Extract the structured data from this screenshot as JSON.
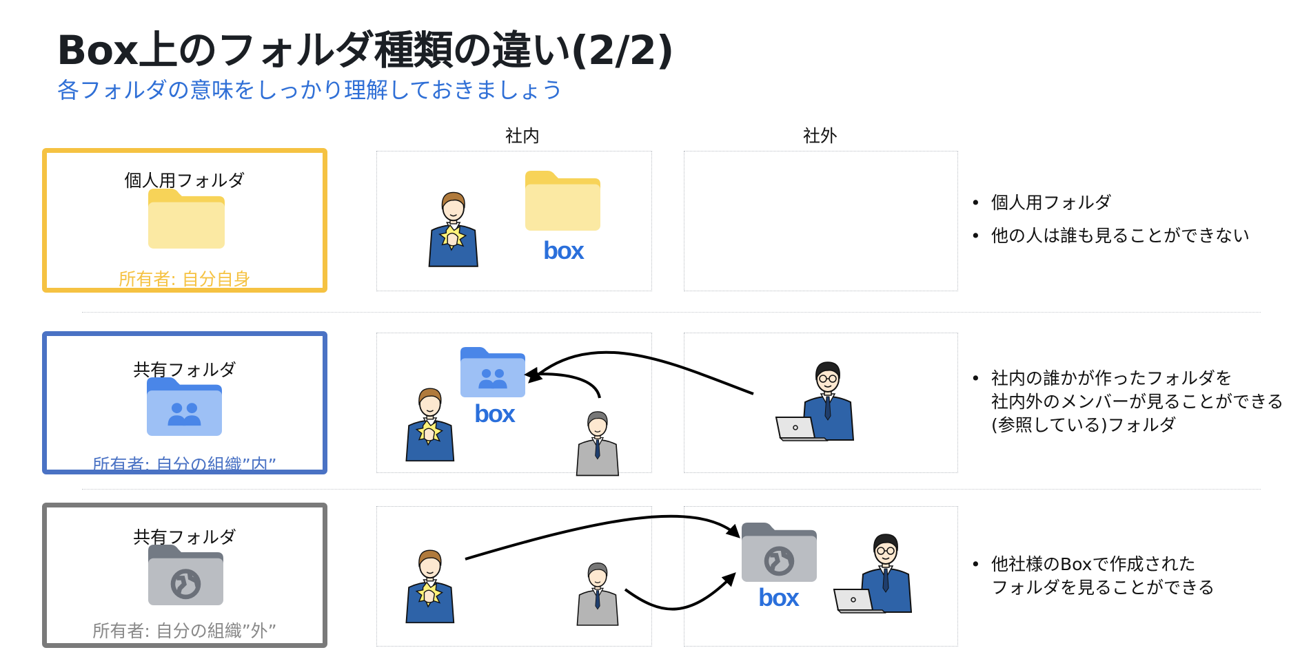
{
  "header": {
    "title": "Box上のフォルダ種類の違い(2/2)",
    "subtitle": "各フォルダの意味をしっかり理解しておきましょう"
  },
  "columns": {
    "internal": "社内",
    "external": "社外"
  },
  "rows": [
    {
      "folder_label": "個人用フォルダ",
      "owner": "所有者: 自分自身",
      "accent": "#f5c242",
      "bullets": [
        "個人用フォルダ",
        "他の人は誰も見ることができない"
      ]
    },
    {
      "folder_label": "共有フォルダ",
      "owner": "所有者: 自分の組織”内”",
      "accent": "#4a72c4",
      "bullets": [
        "社内の誰かが作ったフォルダを\n社内外のメンバーが見ることができる\n(参照している)フォルダ"
      ]
    },
    {
      "folder_label": "共有フォルダ",
      "owner": "所有者: 自分の組織”外”",
      "accent": "#7a7a7a",
      "bullets": [
        "他社様のBoxで作成された\nフォルダを見ることができる"
      ]
    }
  ],
  "logo": {
    "text": "box",
    "color": "#2a6fdb"
  },
  "icons": [
    "yellow-folder-icon",
    "shared-people-folder-icon",
    "globe-folder-icon",
    "person-icon",
    "laptop-user-icon",
    "arrow-icon"
  ]
}
